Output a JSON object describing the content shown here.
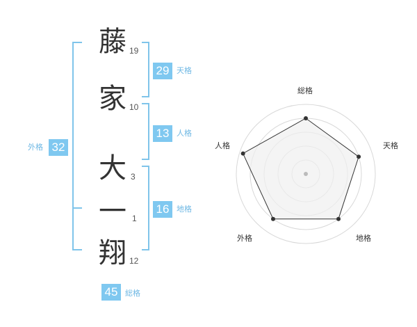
{
  "characters": [
    {
      "char": "藤",
      "strokes": "19"
    },
    {
      "char": "家",
      "strokes": "10"
    },
    {
      "char": "大",
      "strokes": "3"
    },
    {
      "char": "一",
      "strokes": "1"
    },
    {
      "char": "翔",
      "strokes": "12"
    }
  ],
  "kaku": {
    "tenkaku": {
      "value": "29",
      "label": "天格"
    },
    "jinkaku": {
      "value": "13",
      "label": "人格"
    },
    "chikaku": {
      "value": "16",
      "label": "地格"
    },
    "gaikaku": {
      "value": "32",
      "label": "外格"
    },
    "soukaku": {
      "value": "45",
      "label": "総格"
    }
  },
  "radar": {
    "axes": [
      "総格",
      "天格",
      "地格",
      "外格",
      "人格"
    ],
    "values": [
      0.8,
      0.8,
      0.8,
      0.8,
      0.95
    ],
    "colors": {
      "fill": "#f0f0f0",
      "stroke": "#333333",
      "ring": "#d8d8d8",
      "center": "#bbbbbb"
    }
  }
}
